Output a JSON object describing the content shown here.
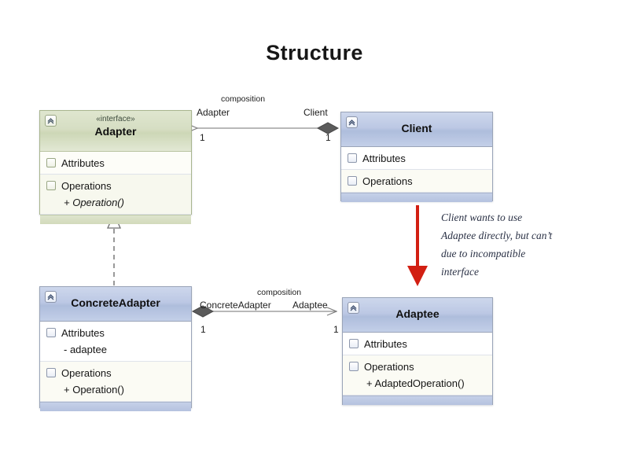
{
  "title": "Structure",
  "colors": {
    "interface_fill": "#d6dec3",
    "class_fill": "#aebddc",
    "red_arrow": "#d21f12",
    "line": "#7e7e7e",
    "background": "#ffffff"
  },
  "classes": {
    "adapter": {
      "stereotype": "«interface»",
      "name": "Adapter",
      "collapse_icon": "chevron-double-up-icon",
      "attributes_label": "Attributes",
      "operations_label": "Operations",
      "attributes": [],
      "operations": [
        "+ Operation()"
      ]
    },
    "client": {
      "stereotype": "",
      "name": "Client",
      "collapse_icon": "chevron-double-up-icon",
      "attributes_label": "Attributes",
      "operations_label": "Operations",
      "attributes": [],
      "operations": []
    },
    "concrete_adapter": {
      "stereotype": "",
      "name": "ConcreteAdapter",
      "collapse_icon": "chevron-double-up-icon",
      "attributes_label": "Attributes",
      "operations_label": "Operations",
      "attributes": [
        "- adaptee"
      ],
      "operations": [
        "+ Operation()"
      ]
    },
    "adaptee": {
      "stereotype": "",
      "name": "Adaptee",
      "collapse_icon": "chevron-double-up-icon",
      "attributes_label": "Attributes",
      "operations_label": "Operations",
      "attributes": [],
      "operations": [
        "+ AdaptedOperation()"
      ]
    }
  },
  "associations": {
    "client_adapter": {
      "kind": "composition",
      "kind_label": "composition",
      "source_role": "Client",
      "target_role": "Adapter",
      "source_multiplicity": "1",
      "target_multiplicity": "1"
    },
    "concrete_adaptee": {
      "kind": "composition",
      "kind_label": "composition",
      "source_role": "ConcreteAdapter",
      "target_role": "Adaptee",
      "source_multiplicity": "1",
      "target_multiplicity": "1"
    },
    "realization": {
      "kind": "realization",
      "from": "ConcreteAdapter",
      "to": "Adapter"
    }
  },
  "note": {
    "text": "Client wants to use\nAdaptee directly, but can’t\ndue to incompatible\ninterface",
    "arrow": "red-down-arrow"
  }
}
